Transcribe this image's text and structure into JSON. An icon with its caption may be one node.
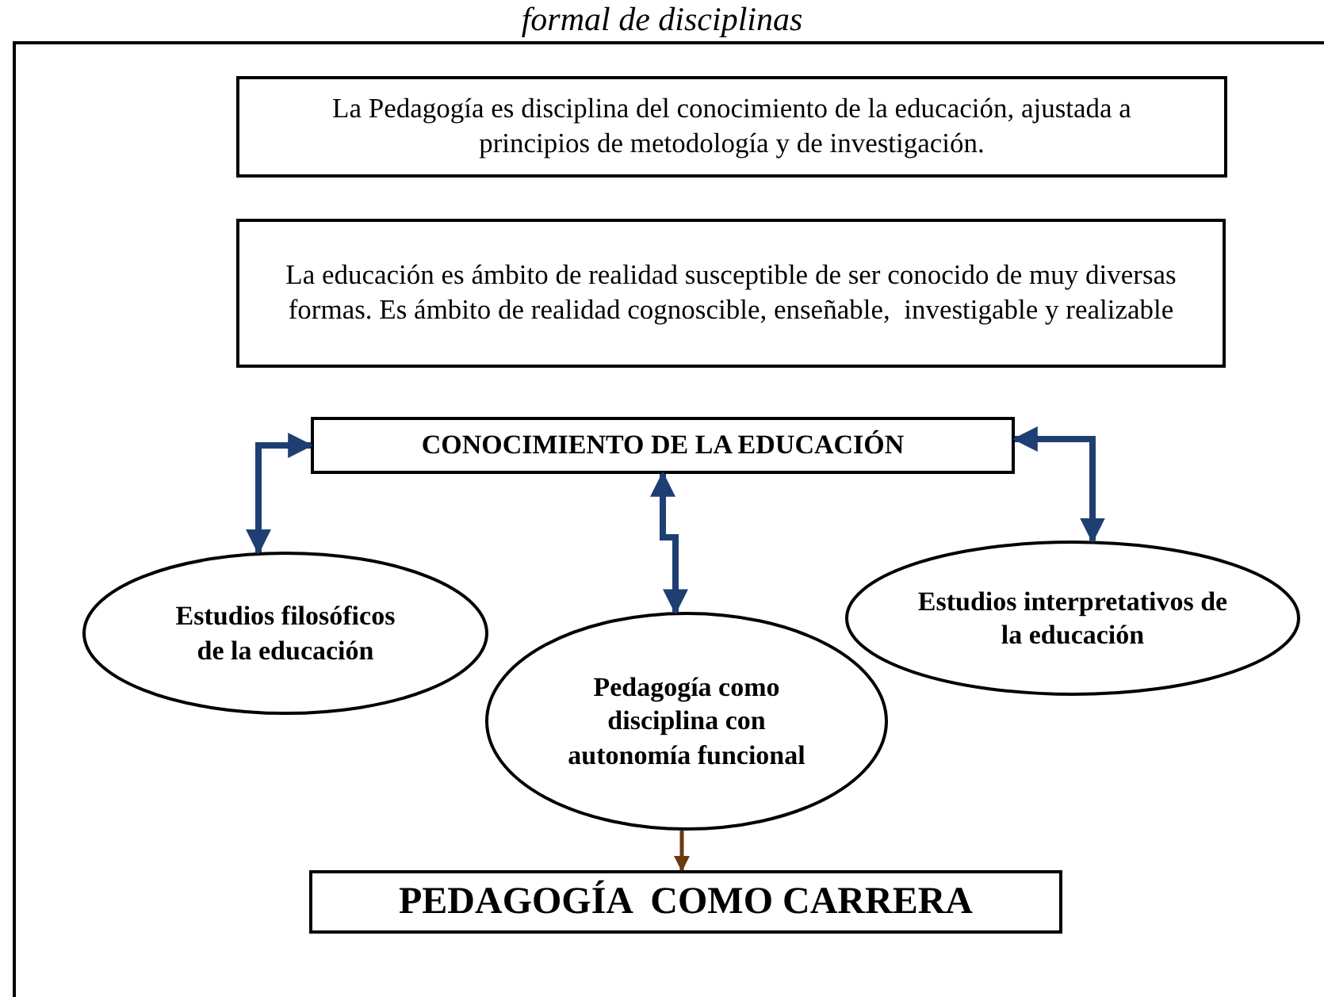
{
  "diagram": {
    "title": "formal de disciplinas",
    "nodes": [
      {
        "text": [],
        "shape": "box"
      },
      {
        "text": [
          "La Pedagogía es disciplina del conocimiento de la educación, ajustada a principios de metodología y de investigación."
        ],
        "in": 0
      },
      {
        "text": [
          "La educación es ámbito de realidad susceptible de ser conocido de muy diversas formas. Es ámbito de realidad cognoscible, enseñable,  investigable y realizable"
        ],
        "in": 0
      },
      {
        "text": [
          "CONOCIMIENTO DE LA EDUCACIÓN"
        ],
        "in": 0
      },
      {
        "text": [
          "Estudios filosóficos de la educación"
        ],
        "in": 0
      },
      {
        "text": [
          "Pedagogía como disciplina con autonomía funcional"
        ],
        "in": 0
      },
      {
        "text": [
          "Estudios interpretativos de la educación"
        ],
        "in": 0
      },
      {
        "text": [
          "PEDAGOGÍA  COMO CARRERA"
        ],
        "in": 0
      }
    ],
    "edges": [
      {
        "from": 4,
        "to": 3,
        "arrow": "both"
      },
      {
        "from": 3,
        "to": 5,
        "arrow": "both"
      },
      {
        "from": 3,
        "to": 6,
        "arrow": "both"
      },
      {
        "from": 5,
        "to": 7,
        "arrow": "to",
        "color": "#6b3a10"
      }
    ]
  }
}
